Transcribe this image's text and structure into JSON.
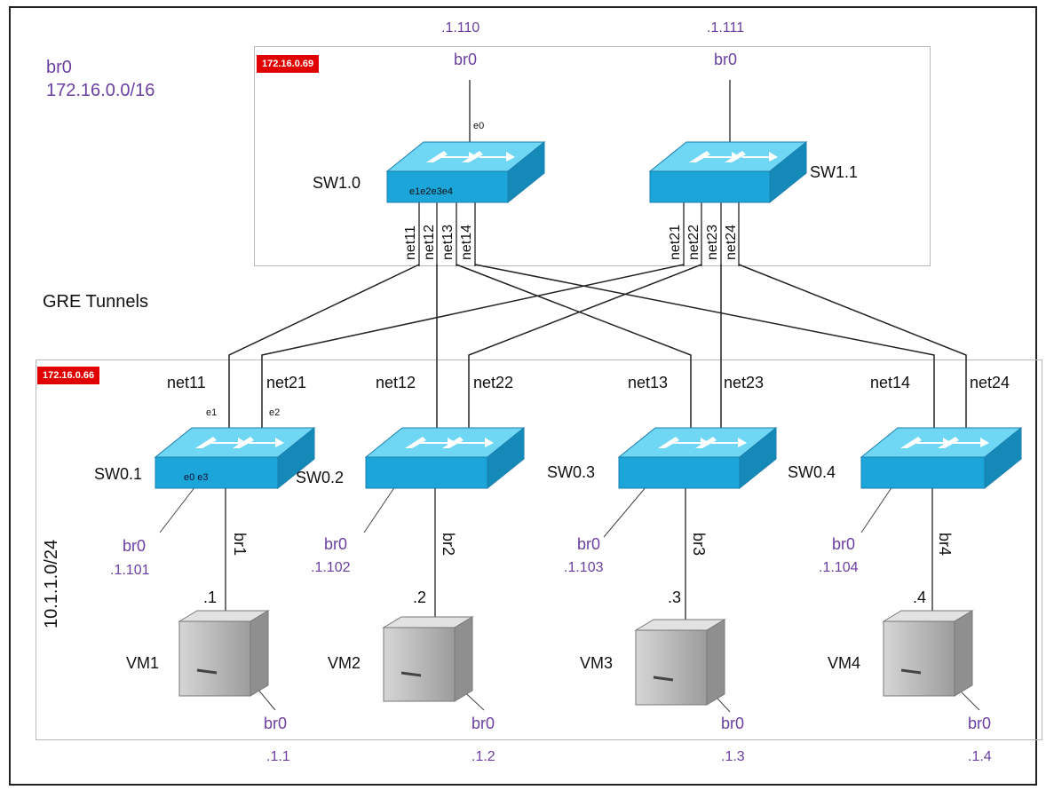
{
  "top_left_labels": {
    "bridge": "br0",
    "subnet": "172.16.0.0/16"
  },
  "gre_label": "GRE Tunnels",
  "host_top": {
    "ip_tag": "172.16.0.69"
  },
  "host_bottom": {
    "ip_tag": "172.16.0.66",
    "subnet_label": "10.1.1.0/24"
  },
  "sw1": [
    {
      "name": "SW1.0",
      "br": "br0",
      "ip": ".1.110",
      "port_e0": "e0",
      "ports": "e1e2e3e4",
      "nets": [
        "net11",
        "net12",
        "net13",
        "net14"
      ]
    },
    {
      "name": "SW1.1",
      "br": "br0",
      "ip": ".1.111",
      "nets": [
        "net21",
        "net22",
        "net23",
        "net24"
      ]
    }
  ],
  "sw0": [
    {
      "name": "SW0.1",
      "net_a": "net11",
      "net_b": "net21",
      "port_a": "e1",
      "port_b": "e2",
      "ports_bottom": "e0 e3",
      "br0": "br0",
      "br0_ip": ".1.101",
      "br": "br1",
      "vm_ip": ".1",
      "vm": "VM1",
      "vm_br": "br0",
      "vm_br_ip": ".1.1"
    },
    {
      "name": "SW0.2",
      "net_a": "net12",
      "net_b": "net22",
      "br0": "br0",
      "br0_ip": ".1.102",
      "br": "br2",
      "vm_ip": ".2",
      "vm": "VM2",
      "vm_br": "br0",
      "vm_br_ip": ".1.2"
    },
    {
      "name": "SW0.3",
      "net_a": "net13",
      "net_b": "net23",
      "br0": "br0",
      "br0_ip": ".1.103",
      "br": "br3",
      "vm_ip": ".3",
      "vm": "VM3",
      "vm_br": "br0",
      "vm_br_ip": ".1.3"
    },
    {
      "name": "SW0.4",
      "net_a": "net14",
      "net_b": "net24",
      "br0": "br0",
      "br0_ip": ".1.104",
      "br": "br4",
      "vm_ip": ".4",
      "vm": "VM4",
      "vm_br": "br0",
      "vm_br_ip": ".1.4"
    }
  ],
  "colors": {
    "switch_top": "#5fd0f0",
    "switch_side": "#1aa3d6",
    "tag_red": "#e10000",
    "label_purple": "#6a3fa0"
  }
}
